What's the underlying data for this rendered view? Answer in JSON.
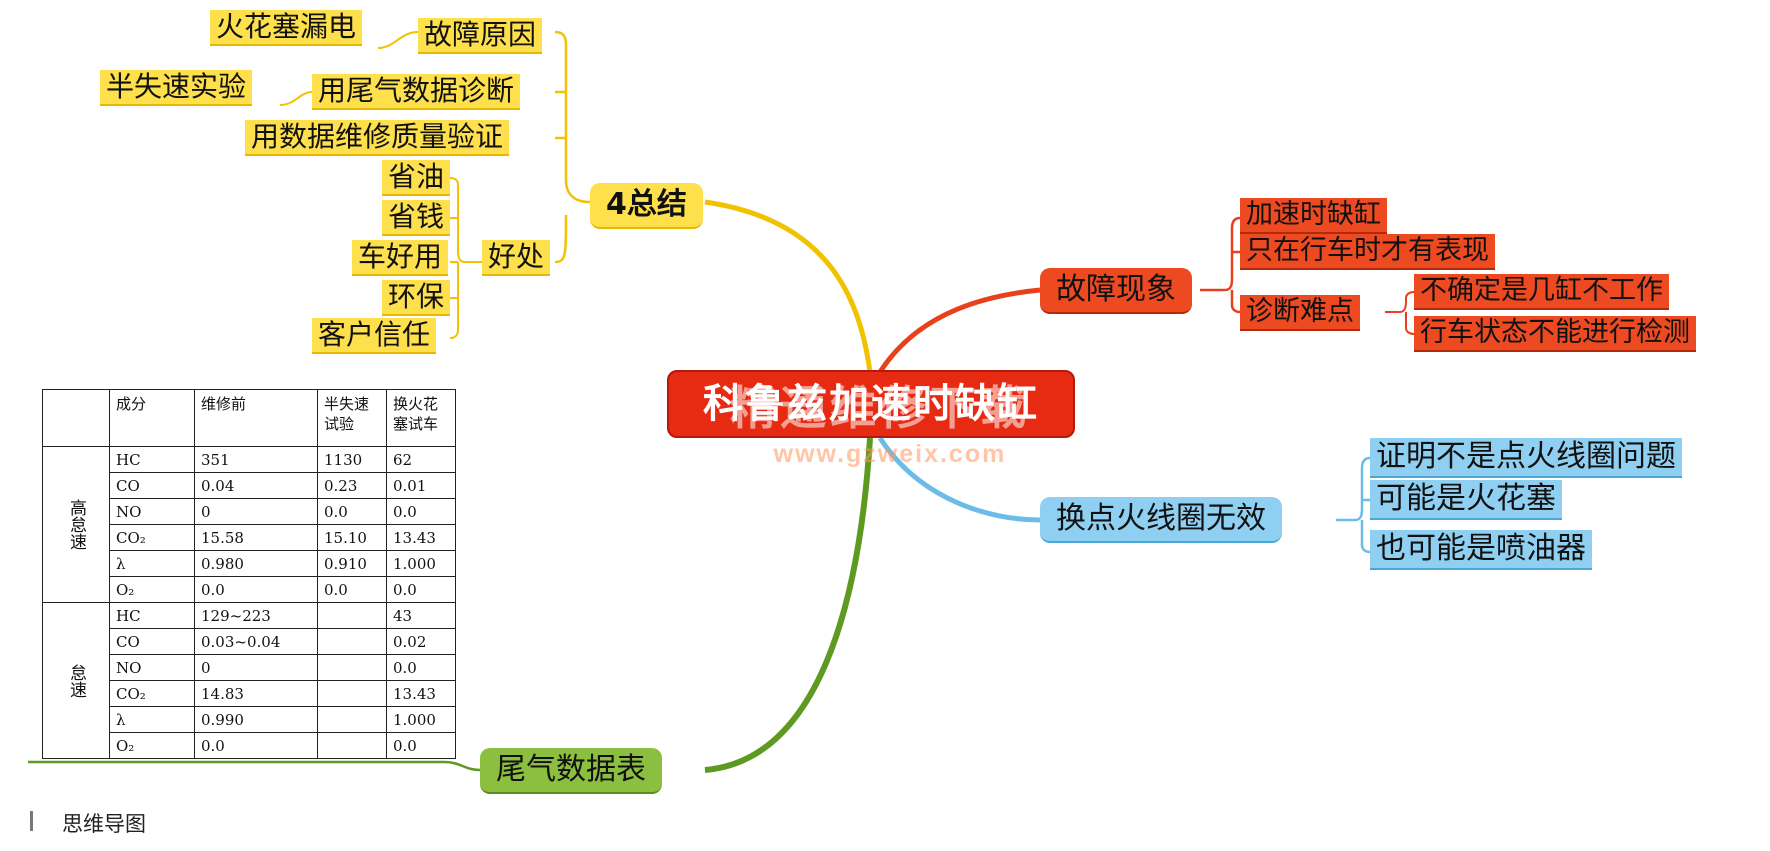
{
  "center": {
    "title": "科鲁兹加速时缺缸",
    "watermark": "精通维修下载",
    "watermark_url": "www.gzweix.com"
  },
  "summary": {
    "hub": "4总结",
    "fault_cause_label": "故障原因",
    "fault_cause_value": "火花塞漏电",
    "exhaust_diag_label": "用尾气数据诊断",
    "exhaust_diag_value": "半失速实验",
    "verify_quality": "用数据维修质量验证",
    "benefits_label": "好处",
    "benefits": [
      "省油",
      "省钱",
      "车好用",
      "环保",
      "客户信任"
    ]
  },
  "symptom": {
    "hub": "故障现象",
    "items": [
      "加速时缺缸",
      "只在行车时才有表现"
    ],
    "difficulty_label": "诊断难点",
    "difficulty_items": [
      "不确定是几缸不工作",
      "行车状态不能进行检测"
    ]
  },
  "coil": {
    "hub": "换点火线圈无效",
    "items": [
      "证明不是点火线圈问题",
      "可能是火花塞",
      "也可能是喷油器"
    ]
  },
  "exhaust_table": {
    "hub": "尾气数据表",
    "headers": [
      "",
      "成分",
      "维修前",
      "半失速试验",
      "换火花塞试车"
    ],
    "groups": [
      {
        "label": "高怠速",
        "rows": [
          [
            "HC",
            "351",
            "1130",
            "62"
          ],
          [
            "CO",
            "0.04",
            "0.23",
            "0.01"
          ],
          [
            "NO",
            "0",
            "0.0",
            "0.0"
          ],
          [
            "CO₂",
            "15.58",
            "15.10",
            "13.43"
          ],
          [
            "λ",
            "0.980",
            "0.910",
            "1.000"
          ],
          [
            "O₂",
            "0.0",
            "0.0",
            "0.0"
          ]
        ]
      },
      {
        "label": "怠速",
        "rows": [
          [
            "HC",
            "129~223",
            "",
            "43"
          ],
          [
            "CO",
            "0.03~0.04",
            "",
            "0.02"
          ],
          [
            "NO",
            "0",
            "",
            "0.0"
          ],
          [
            "CO₂",
            "14.83",
            "",
            "13.43"
          ],
          [
            "λ",
            "0.990",
            "",
            "1.000"
          ],
          [
            "O₂",
            "0.0",
            "",
            "0.0"
          ]
        ]
      }
    ]
  },
  "caption": "思维导图",
  "colors": {
    "yellow": "#fde04c",
    "red": "#ee4a22",
    "blue": "#8fd0f2",
    "green": "#8cbf3f",
    "center": "#e72a12"
  }
}
